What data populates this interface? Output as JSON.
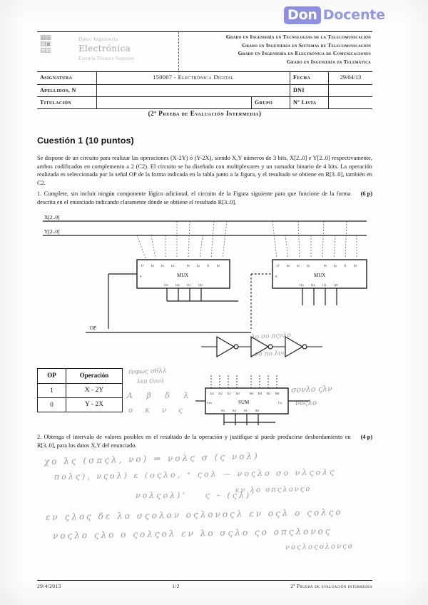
{
  "watermark": {
    "box_text": "Don",
    "text": "Docente",
    "box_color": "#8e90e0",
    "text_color": "#9497e4"
  },
  "header": {
    "logo": {
      "line1": "Dpto. Ingeniería",
      "line2": "Electrónica",
      "line3": "Escuela Técnica Superior"
    },
    "degrees": [
      "Grado en Ingeniería en Tecnologías de la Telecomunicación",
      "Grado en Ingeniería en Sistemas de Telecomunicación",
      "Grado en Ingeniería en Electrónica de Comunicaciones",
      "Grado en Ingeniería en Telemática"
    ]
  },
  "identity": {
    "rows": [
      {
        "label": "Asignatura",
        "value": "150007 - Electrónica Digital",
        "right_label": "Fecha",
        "right_value": "29/04/13"
      },
      {
        "label": "Apellidos, N",
        "value": "",
        "right_label": "DNI",
        "right_value": ""
      },
      {
        "label": "Titulación",
        "value": "",
        "mid_label": "Grupo",
        "right_label": "Nº Lista",
        "right_value": ""
      }
    ]
  },
  "exam_subtitle": "(2ª Prueba de Evaluación Intermedia)",
  "question": {
    "title": "Cuestión 1 (10 puntos)",
    "statement": "Se dispone de un circuito para realizar las operaciones (X-2Y) ó (Y-2X), siendo X,Y números de 3 bits, X[2..0] e Y[2..0] respectivamente, ambos codificados en complemento a 2 (C2). El circuito se ha diseñado con multiplexores y un sumador binario de 4 bits. La operación realizada es seleccionada por la señal OP de la forma indicada en la tabla junto a la figura, y el resultado se obtiene en  R[3..0], también en C2.",
    "part1": "1. Complete, sin incluir ningún componente lógico adicional, el circuito de la Figura siguiente para que funcione de la forma descrita en el enunciado indicando claramente dónde se obtiene el resultado R[3..0].",
    "part1_points": "(6 p)",
    "part2": "2. Obtenga el intervalo de valores posibles en el resultado de la operación y justifique si puede producirse desbordamiento en R[3..0], para los datos X,Y del enunciado.",
    "part2_points": "(4 p)"
  },
  "figure": {
    "bus_x_label": "X[2..0]",
    "bus_y_label": "Y[2..0]",
    "op_label": "OP",
    "mux1_label": "MUX",
    "mux2_label": "MUX",
    "adder_label": "SUM",
    "mux1_inputs": [
      "I0",
      "I1",
      "I2",
      "I3",
      "I4",
      "I5",
      "I6",
      "I7"
    ],
    "mux1_outputs": [
      "O3",
      "O2",
      "O1",
      "O0"
    ],
    "mux2_inputs": [
      "I0",
      "I1",
      "I2",
      "I3",
      "I4",
      "I5",
      "I6",
      "I7"
    ],
    "mux2_outputs": [
      "O3",
      "O2",
      "O1",
      "O0"
    ],
    "adder_a_inputs": [
      "A3",
      "A2",
      "A1",
      "A0"
    ],
    "adder_b_inputs": [
      "B3",
      "B2",
      "B1",
      "B0"
    ],
    "adder_sum_outputs": [
      "S3",
      "S2",
      "S1",
      "S0"
    ],
    "adder_cin": "Cin",
    "adder_cout": "Cout",
    "sel_label": "S"
  },
  "op_table": {
    "headers": [
      "OP",
      "Operación"
    ],
    "rows": [
      {
        "op": "1",
        "operation": "X - 2Y"
      },
      {
        "op": "0",
        "operation": "Y - 2X"
      }
    ]
  },
  "annotations": {
    "hand_notes": [
      "X[2..0]",
      "Y[2..0]",
      "OP",
      "R[3..0]",
      "C2",
      "Cin",
      "Cout"
    ]
  },
  "footer": {
    "left": "29/4/2013",
    "center": "1/2",
    "right": "2ª Prueba de evaluación intermedia"
  }
}
